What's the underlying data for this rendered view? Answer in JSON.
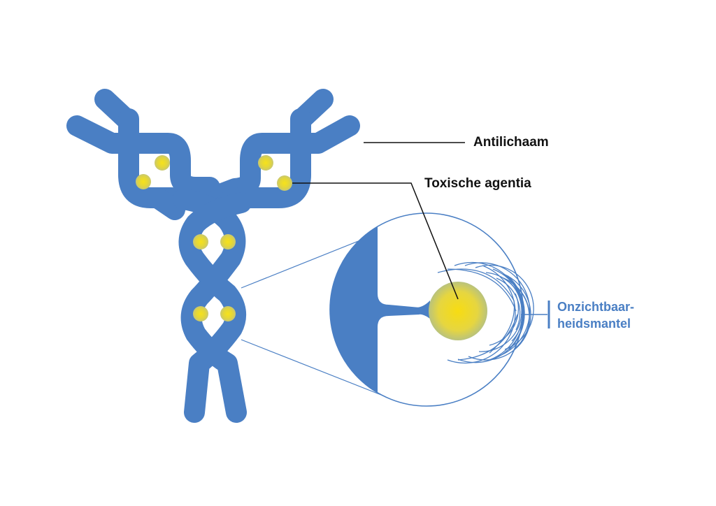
{
  "colors": {
    "antibody": "#4a7fc4",
    "toxin_core": "#f2d81c",
    "toxin_glow": "#c8c84a",
    "label_text": "#111111",
    "cloak_text": "#4a7fc4"
  },
  "labels": {
    "antibody": "Antilichaam",
    "toxic_agents": "Toxische agentia",
    "cloak_line1": "Onzichtbaar-",
    "cloak_line2": "heidsmantel"
  }
}
